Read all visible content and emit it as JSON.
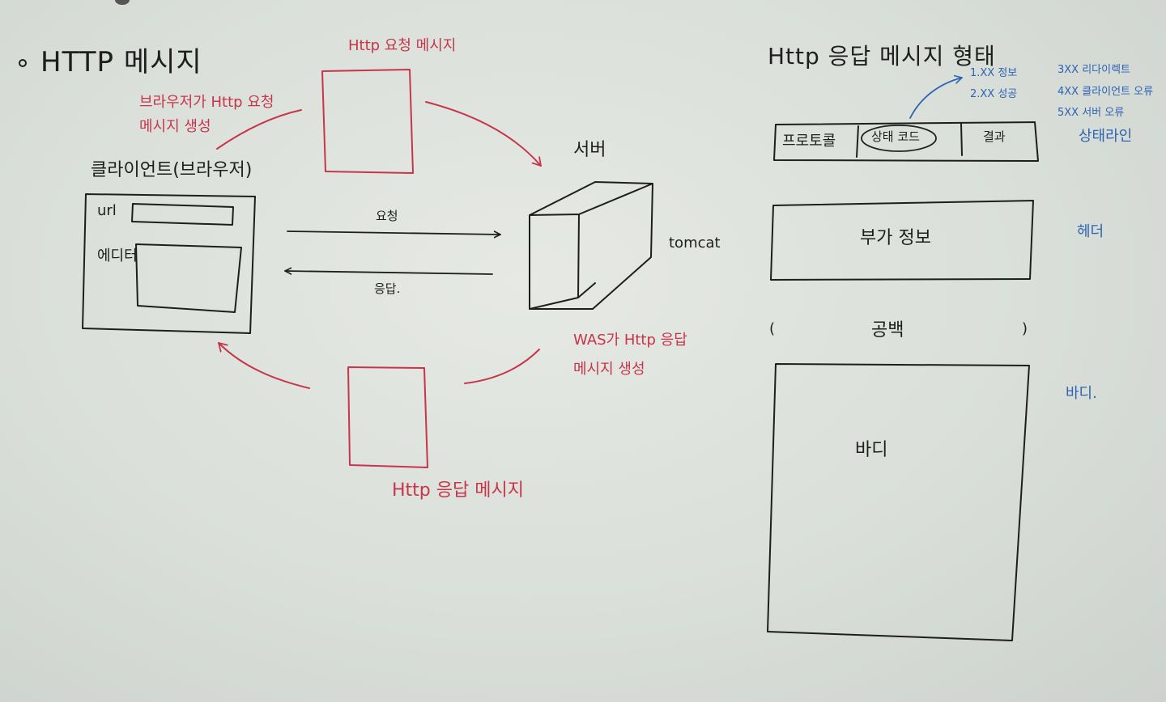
{
  "left": {
    "title": "HTTP 메시지",
    "request_label": "Http 요청 메시지",
    "browser_note_line1": "브라우저가 Http 요청",
    "browser_note_line2": "메시지 생성",
    "client_label": "클라이언트(브라우저)",
    "url_label": "url",
    "editor_label": "에디터",
    "request_arrow_label": "요청",
    "response_arrow_label": "응답.",
    "server_label": "서버",
    "tomcat_label": "tomcat",
    "was_note_line1": "WAS가 Http 응답",
    "was_note_line2": "메시지 생성",
    "response_label": "Http 응답 메시지"
  },
  "right": {
    "title": "Http 응답 메시지 형태",
    "status_line": {
      "protocol": "프로토콜",
      "status_code": "상태 코드",
      "result": "결과"
    },
    "status_codes": {
      "c1": "1.XX 정보",
      "c2": "2.XX 성공",
      "c3": "3XX 리다이렉트",
      "c4": "4XX 클라이언트 오류",
      "c5": "5XX 서버 오류"
    },
    "status_line_note": "상태라인",
    "header_box_label": "부가 정보",
    "header_note": "헤더",
    "blank_label": "공백",
    "blank_open": "(",
    "blank_close": ")",
    "body_box_label": "바디",
    "body_note": "바디."
  },
  "colors": {
    "ink_black": "#1e1e1e",
    "ink_red": "#c8344a",
    "ink_blue": "#2c64b4",
    "board": "#dadfd9"
  }
}
